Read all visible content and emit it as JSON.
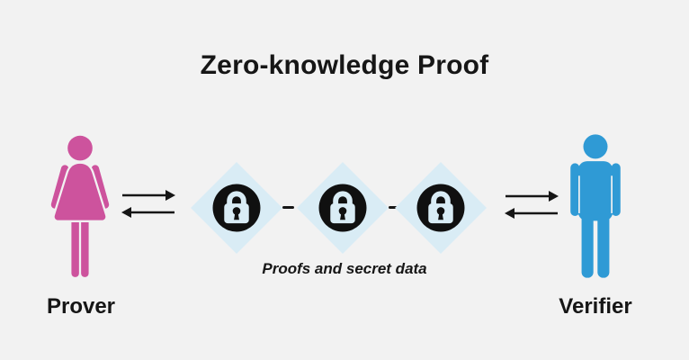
{
  "title": "Zero-knowledge Proof",
  "actors": {
    "prover": {
      "label": "Prover",
      "icon": "woman-figure-icon",
      "color": "#cd539d"
    },
    "verifier": {
      "label": "Verifier",
      "icon": "man-figure-icon",
      "color": "#2f9ad5"
    }
  },
  "exchange": {
    "caption": "Proofs and secret data",
    "node_count": 3,
    "node_icon": "padlock-icon",
    "node_shape": "diamond",
    "arrow_directions": [
      "right",
      "left"
    ]
  },
  "colors": {
    "background": "#f2f2f2",
    "ink": "#161616",
    "prover_pink": "#cd539d",
    "verifier_blue": "#2f9ad5",
    "diamond_blue": "#d9ecf5",
    "lock_black": "#101010"
  }
}
